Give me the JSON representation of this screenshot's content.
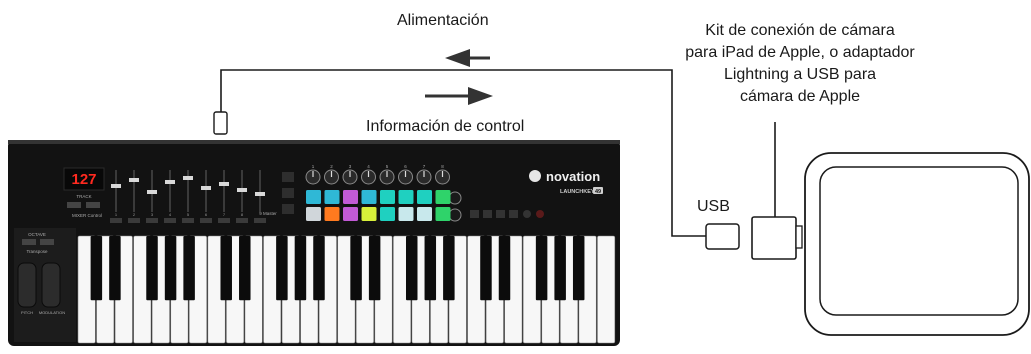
{
  "labels": {
    "power": "Alimentación",
    "control_info": "Información de control",
    "kit_lines": [
      "Kit de conexión de cámara",
      "para iPad de Apple, o adaptador",
      "Lightning a USB para",
      "cámara de Apple"
    ],
    "usb": "USB"
  },
  "keyboard": {
    "brand": "novation",
    "model": "LAUNCHKEY",
    "model_badge": "49",
    "display_value": "127",
    "track_label": "TRACK",
    "octave_label": "OCTAVE",
    "transpose_label": "Transpose",
    "pitch_label": "PITCH",
    "modulation_label": "MODULATION",
    "mixer_label": "MIXER Control",
    "master_label": "9  Master",
    "knob_numbers": [
      "1",
      "2",
      "3",
      "4",
      "5",
      "6",
      "7",
      "8"
    ],
    "fader_numbers": [
      "1",
      "2",
      "3",
      "4",
      "5",
      "6",
      "7",
      "8"
    ],
    "pad_colors_top": [
      "#2fb8d6",
      "#2fb8d6",
      "#c25ad6",
      "#2fb8d6",
      "#1fd0c0",
      "#1fd0c0",
      "#1fd0c0",
      "#2fd36a"
    ],
    "pad_colors_bottom": [
      "#d0d6da",
      "#ff7a1f",
      "#c25ad6",
      "#d8f03a",
      "#1fd0c0",
      "#c8e8ec",
      "#c8e8ec",
      "#2fd36a"
    ]
  },
  "colors": {
    "line": "#1a1a1a",
    "keyboard_body": "#121212",
    "display_red": "#ff2a20"
  }
}
